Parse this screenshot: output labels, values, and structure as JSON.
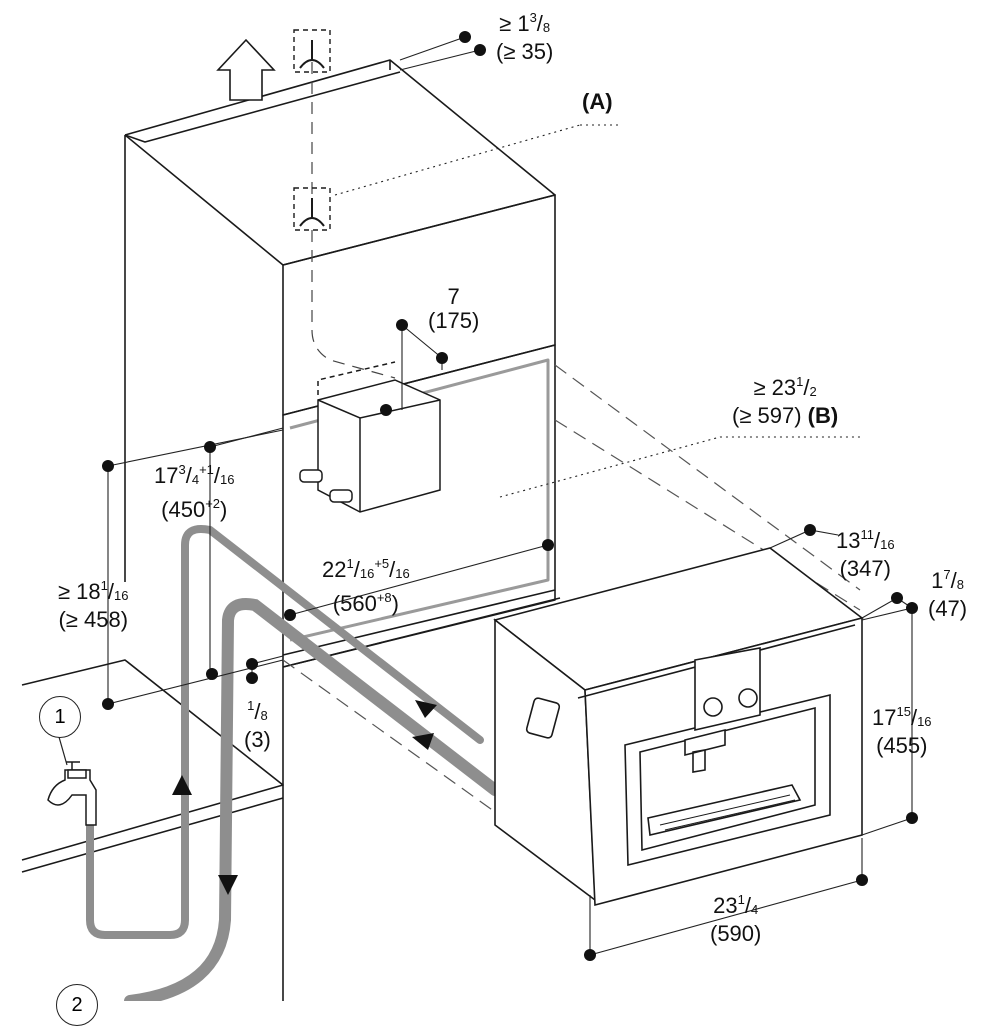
{
  "labels": {
    "top_gap": {
      "whole": "≥ 1",
      "num": "3",
      "den": "8",
      "metric": "(≥ 35)"
    },
    "marker_a": "(A)",
    "conn_height": {
      "imperial": "7",
      "metric": "(175)"
    },
    "niche_depth": {
      "whole": "≥ 23",
      "num": "1",
      "den": "2",
      "metric": "(≥ 597)",
      "ref": "(B)"
    },
    "niche_height": {
      "whole": "17",
      "num": "3",
      "den": "4",
      "tol": "+1",
      "tolden": "16",
      "metric": "(450",
      "metric_tol": "+2",
      "close": ")"
    },
    "niche_width": {
      "whole": "22",
      "num": "1",
      "den": "16",
      "tol": "+5",
      "tolden": "16",
      "metric": "(560",
      "metric_tol": "+8",
      "close": ")"
    },
    "floor_height": {
      "whole": "≥ 18",
      "num": "1",
      "den": "16",
      "metric": "(≥ 458)"
    },
    "gap_small": {
      "num": "1",
      "den": "8",
      "metric": "(3)"
    },
    "device_depth": {
      "whole": "13",
      "num": "11",
      "den": "16",
      "metric": "(347)"
    },
    "front_depth": {
      "whole": "1",
      "num": "7",
      "den": "8",
      "metric": "(47)"
    },
    "device_height": {
      "whole": "17",
      "num": "15",
      "den": "16",
      "metric": "(455)"
    },
    "device_width": {
      "whole": "23",
      "num": "1",
      "den": "4",
      "metric": "(590)"
    },
    "callout_1": "1",
    "callout_2": "2"
  },
  "colors": {
    "line": "#1a1a1a",
    "hose": "#8e8e8e",
    "dim": "#222222"
  },
  "icons": [
    "up-arrow-icon",
    "water-tap-icon",
    "vent-symbol-icon"
  ]
}
